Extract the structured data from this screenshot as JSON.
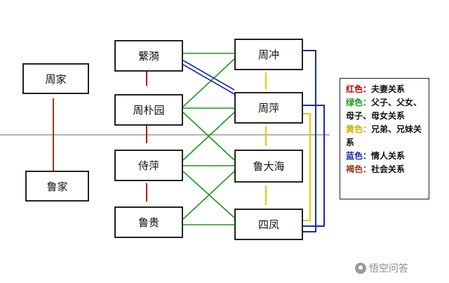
{
  "nodes": {
    "zhoujia": "周家",
    "lujia": "鲁家",
    "fanyi": "蘩漪",
    "zhoupuyuan": "周朴园",
    "shiping": "侍萍",
    "lugui": "鲁贵",
    "zhouchong": "周冲",
    "zhouping": "周萍",
    "ludahai": "鲁大海",
    "sifeng": "四凤"
  },
  "legend": [
    {
      "key": "红色：",
      "desc": "夫妻关系",
      "color": "#c00000"
    },
    {
      "key": "绿色：",
      "desc": "父子、父女、母子、母女关系",
      "color": "#1a9a1a"
    },
    {
      "key": "黄色：",
      "desc": "兄弟、兄妹关系",
      "color": "#d4b000"
    },
    {
      "key": "蓝色：",
      "desc": "情人关系",
      "color": "#1a2aa8"
    },
    {
      "key": "褐色：",
      "desc": "社会关系",
      "color": "#9b3b14"
    }
  ],
  "watermark": "悟空问答",
  "colors": {
    "red": "#c00000",
    "green": "#1a9a1a",
    "yellow": "#f0c400",
    "blue": "#1a2aa8",
    "brown": "#9b3b14",
    "divider": "#888888"
  }
}
